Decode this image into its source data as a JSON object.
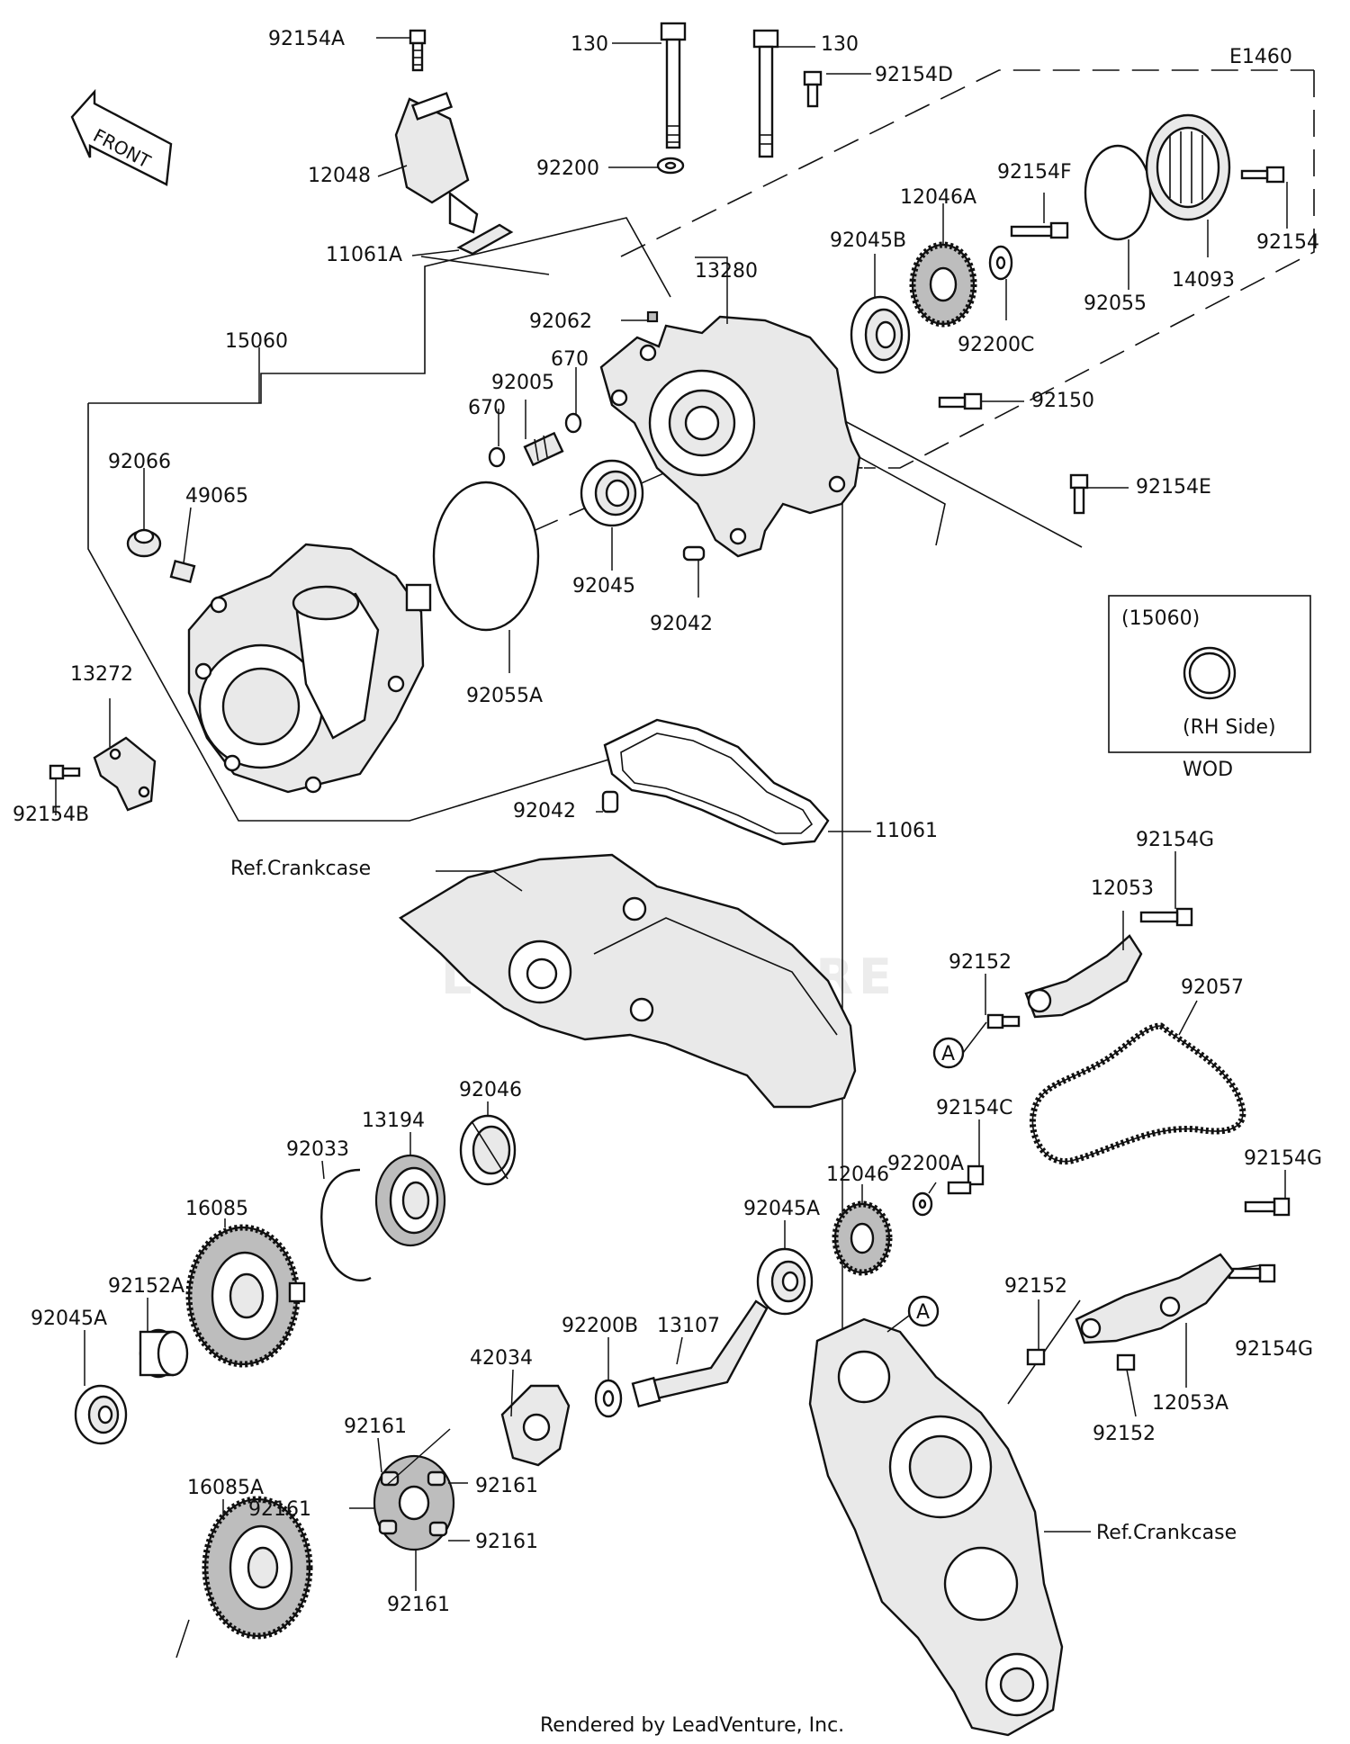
{
  "diagram_id": "E1460",
  "front_label": "FRONT",
  "watermark": "LEADVENTURE",
  "footer": "Rendered by LeadVenture, Inc.",
  "inset": {
    "title": "(15060)",
    "subtitle": "(RH Side)",
    "caption": "WOD"
  },
  "callouts": {
    "a1": "A",
    "a2": "A"
  },
  "labels": {
    "p92154A": "92154A",
    "p12048": "12048",
    "p11061A": "11061A",
    "p130a": "130",
    "p130b": "130",
    "p92154D": "92154D",
    "p92200": "92200",
    "p13280": "13280",
    "p92062": "92062",
    "p15060": "15060",
    "p670a": "670",
    "p92005": "92005",
    "p670b": "670",
    "p92066": "92066",
    "p49065": "49065",
    "p92045": "92045",
    "p92042a": "92042",
    "p92055A": "92055A",
    "p13272": "13272",
    "p92154B": "92154B",
    "p92045B": "92045B",
    "p12046A": "12046A",
    "p92154F": "92154F",
    "p92200C": "92200C",
    "p92055": "92055",
    "p14093": "14093",
    "p92154": "92154",
    "p92150": "92150",
    "p92154E": "92154E",
    "p92042b": "92042",
    "p11061": "11061",
    "pRefCrankcase1": "Ref.Crankcase",
    "p92154G1": "92154G",
    "p12053": "12053",
    "p92152a": "92152",
    "p92057": "92057",
    "p92154C": "92154C",
    "p92200A": "92200A",
    "p12046": "12046",
    "p92045A1": "92045A",
    "p92154G2": "92154G",
    "p92046": "92046",
    "p13194": "13194",
    "p92033": "92033",
    "p16085": "16085",
    "p92152A": "92152A",
    "p92045A2": "92045A",
    "p13107": "13107",
    "p92200B": "92200B",
    "p42034": "42034",
    "p92161a": "92161",
    "p92161b": "92161",
    "p92161c": "92161",
    "p92161d": "92161",
    "p92161e": "92161",
    "p16085A": "16085A",
    "p92152b": "92152",
    "p92154G3": "92154G",
    "p12053A": "12053A",
    "p92152c": "92152",
    "pRefCrankcase2": "Ref.Crankcase"
  }
}
